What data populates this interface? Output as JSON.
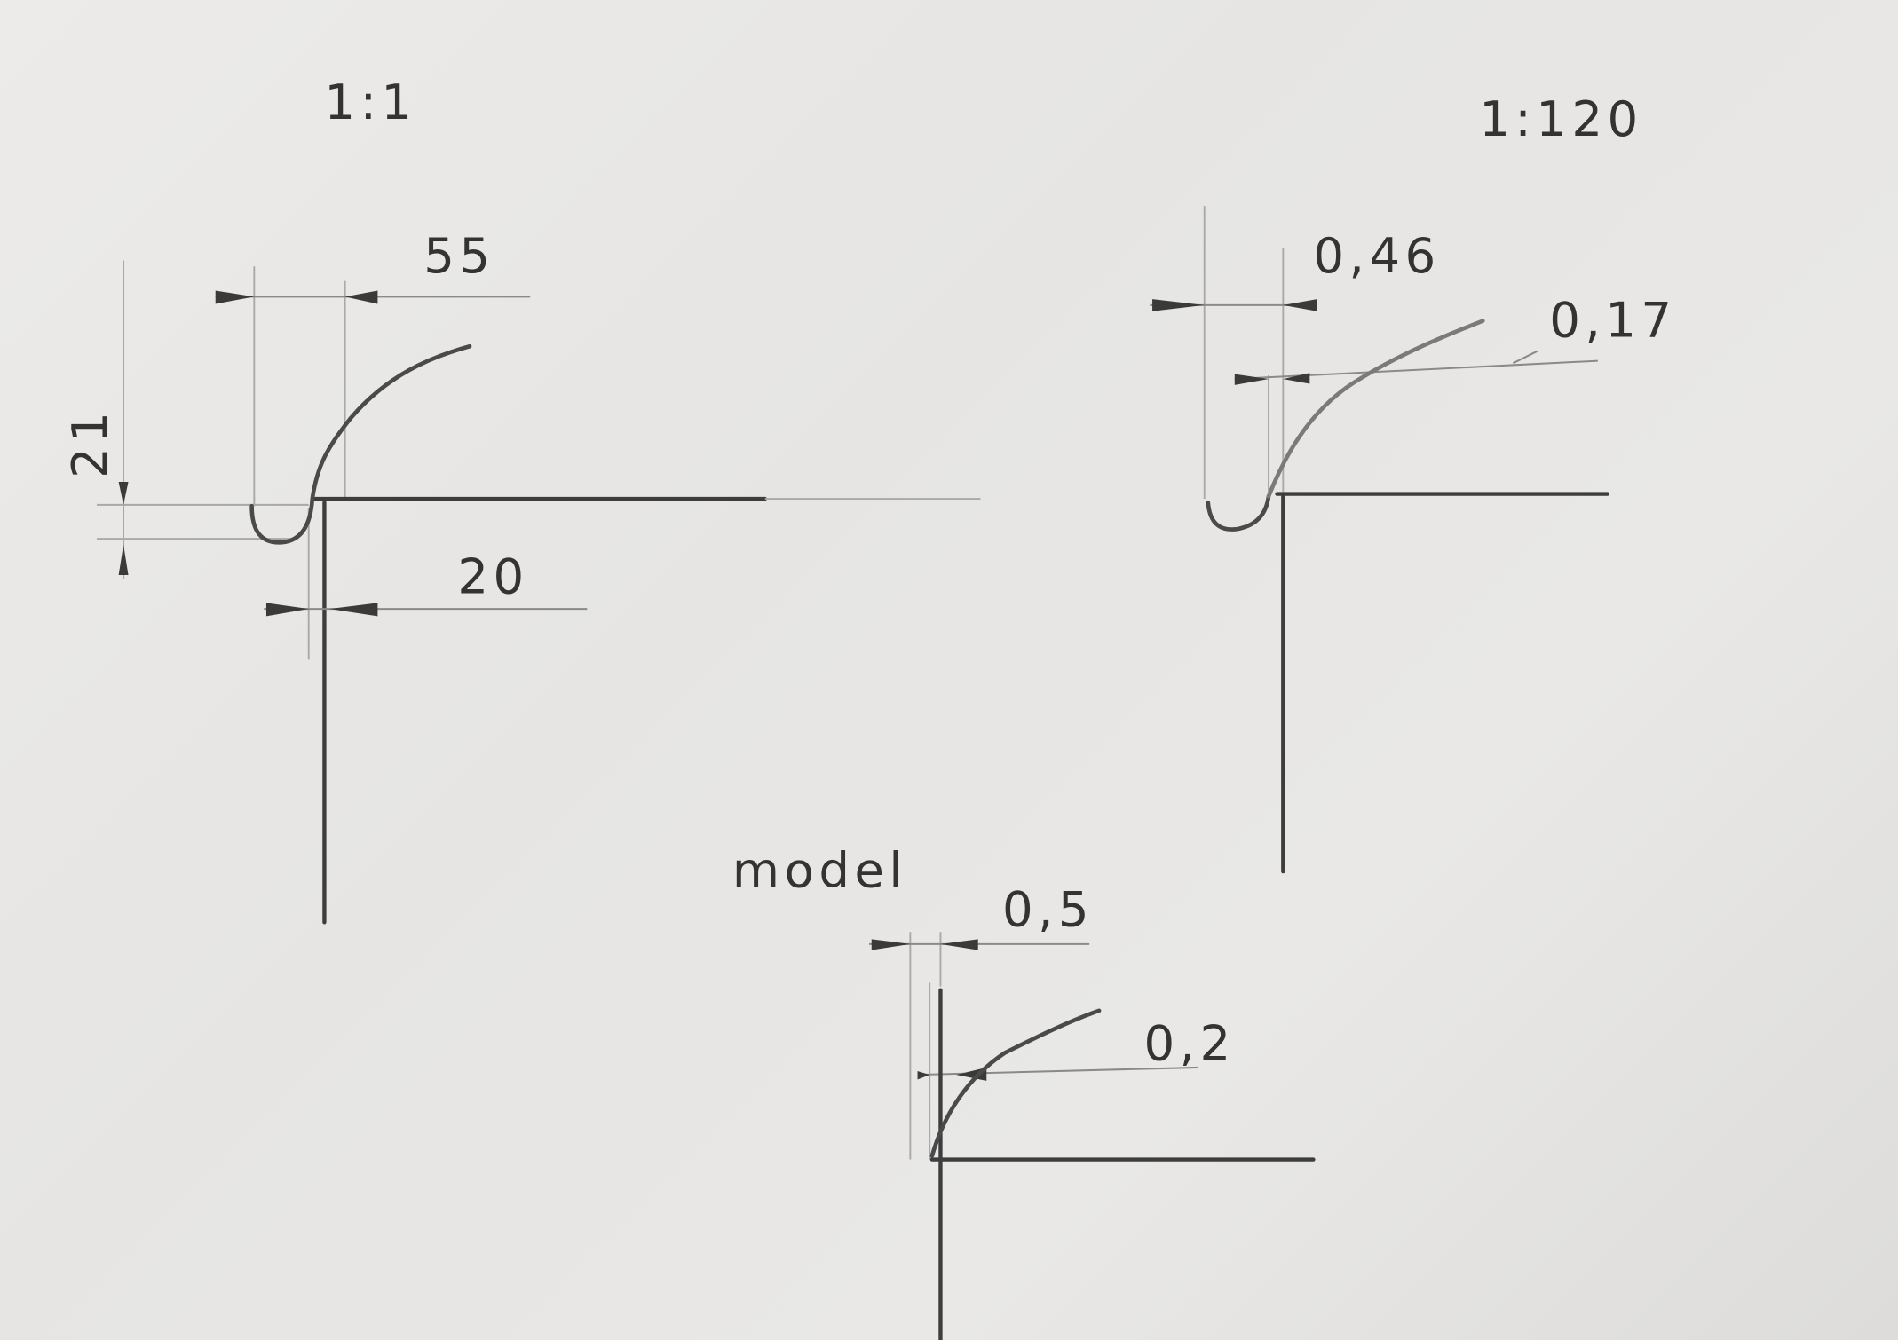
{
  "drawings": {
    "full_scale": {
      "scale_label": "1:1",
      "dim_width": "55",
      "dim_height": "21",
      "dim_offset": "20"
    },
    "reduced_scale": {
      "scale_label": "1:120",
      "dim_width": "0,46",
      "dim_offset": "0,17"
    },
    "model": {
      "title": "model",
      "dim_width": "0,5",
      "dim_offset": "0,2"
    }
  }
}
